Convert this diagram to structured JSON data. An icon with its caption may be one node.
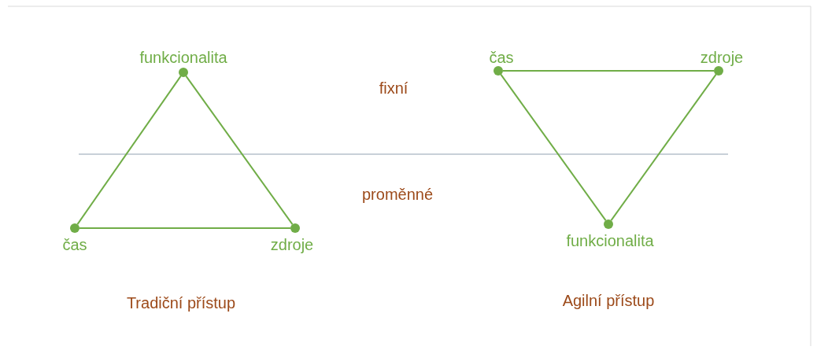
{
  "diagram": {
    "nodes": [
      {
        "text": [],
        "shape": "circle",
        "beside": [
          "funkcionalita"
        ]
      },
      {
        "text": [],
        "shape": "circle",
        "beside": [
          "čas"
        ]
      },
      {
        "text": [],
        "shape": "circle",
        "beside": [
          "zdroje"
        ]
      },
      {
        "text": [],
        "shape": "circle",
        "beside": [
          "čas"
        ]
      },
      {
        "text": [],
        "shape": "circle",
        "beside": [
          "zdroje"
        ]
      },
      {
        "text": [],
        "shape": "circle",
        "beside": [
          "funkcionalita"
        ]
      }
    ],
    "edges": [
      {
        "from": 0,
        "to": 1,
        "arrow": "none"
      },
      {
        "from": 0,
        "to": 2,
        "arrow": "none"
      },
      {
        "from": 1,
        "to": 2,
        "arrow": "none"
      },
      {
        "from": 3,
        "to": 4,
        "arrow": "none"
      },
      {
        "from": 3,
        "to": 5,
        "arrow": "none"
      },
      {
        "from": 4,
        "to": 5,
        "arrow": "none"
      }
    ],
    "labels": [
      "fixní",
      "proměnné",
      "Tradiční přístup",
      "Agilní přístup"
    ]
  }
}
